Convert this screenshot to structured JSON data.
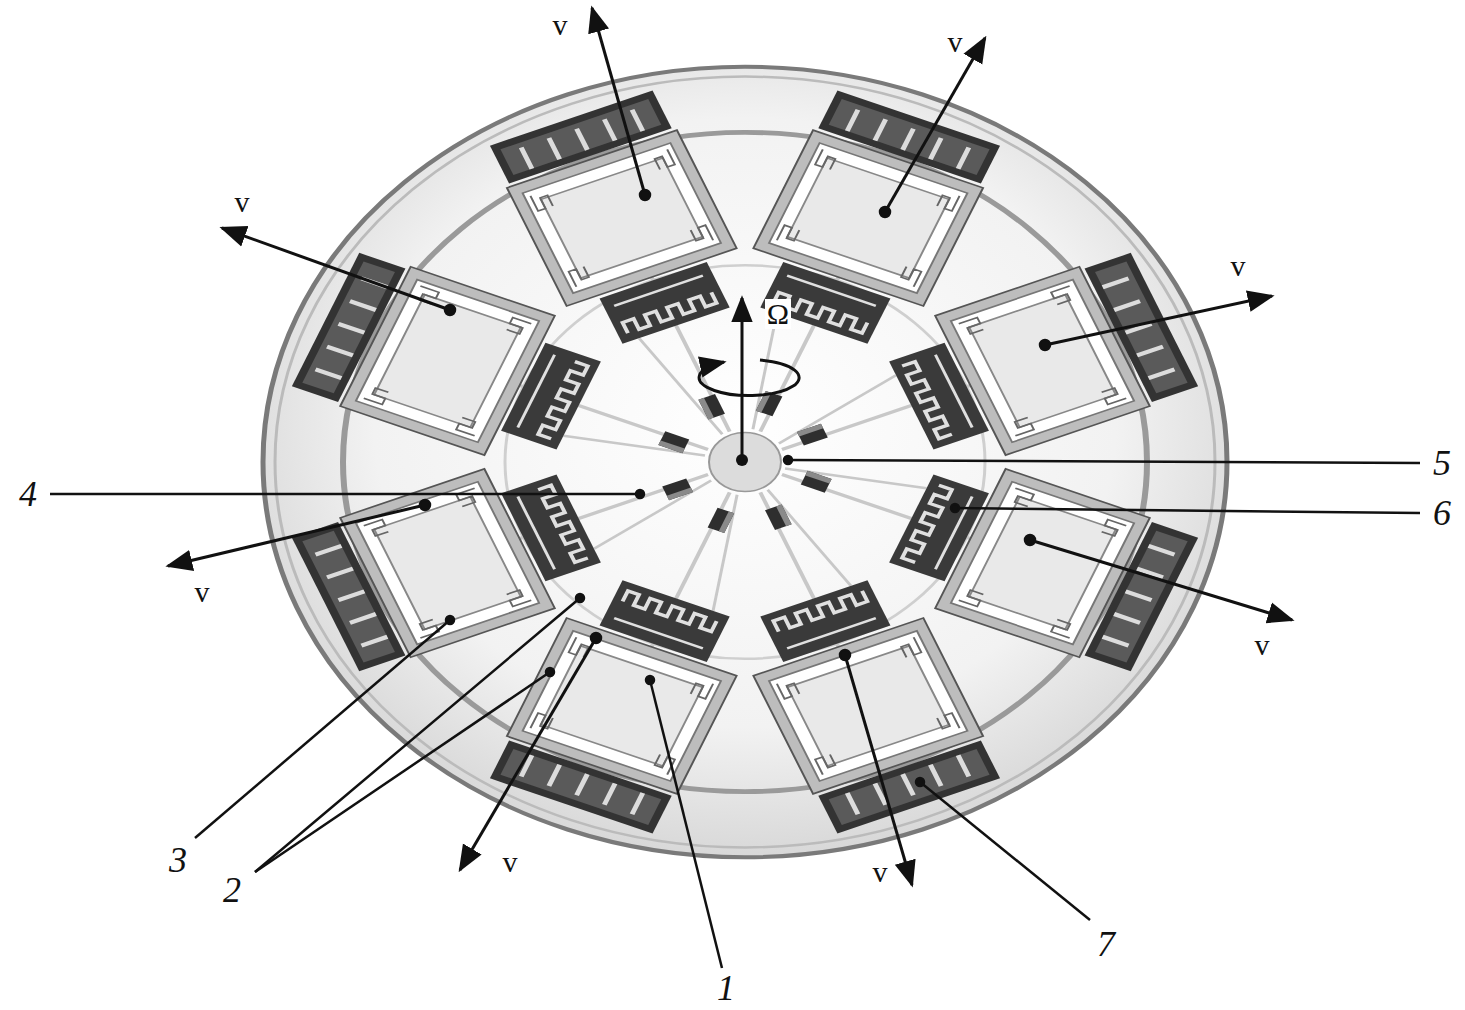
{
  "diagram": {
    "labels": [
      "v",
      "v",
      "v",
      "v",
      "v",
      "v",
      "v",
      "v",
      "Ω",
      "4",
      "5",
      "6",
      "3",
      "2",
      "1",
      "7"
    ]
  }
}
